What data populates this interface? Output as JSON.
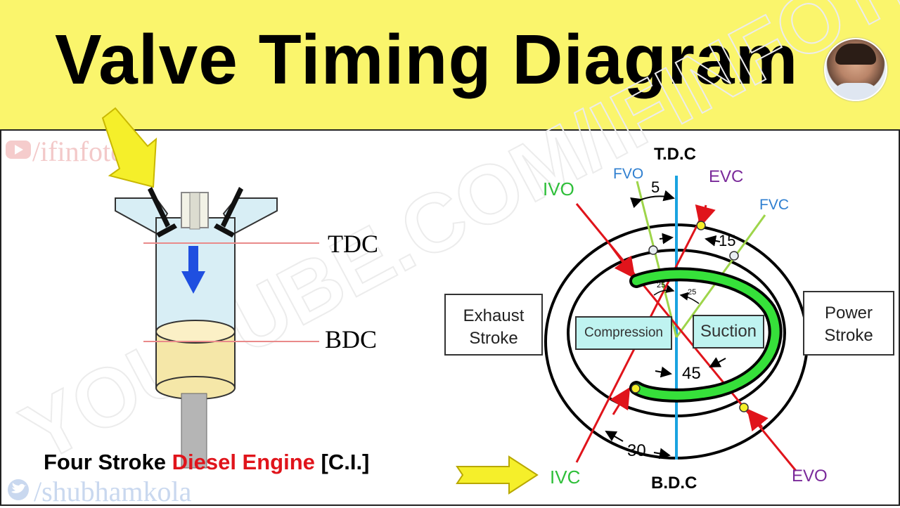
{
  "title": "Valve Timing Diagram",
  "watermarks": {
    "youtube": "/ifinfotech",
    "twitter": "/shubhamkola",
    "diagonal": "YOUTUBE.COM/IFINFOTECH"
  },
  "engine": {
    "tdc_label": "TDC",
    "bdc_label": "BDC"
  },
  "caption": {
    "part1": "Four Stroke ",
    "part2": "Diesel Engine",
    "part3": " [C.I.]"
  },
  "timing": {
    "top_label": "T.D.C",
    "bottom_label": "B.D.C",
    "ivo": "IVO",
    "ivc": "IVC",
    "evo": "EVO",
    "evc": "EVC",
    "fvo": "FVO",
    "fvc": "FVC",
    "angles": {
      "fvo": "5",
      "evc": "15",
      "small_left": "25",
      "small_right": "25",
      "fuel_span": "45",
      "ivc": "30"
    },
    "strokes": {
      "exhaust": [
        "Exhaust",
        "Stroke"
      ],
      "power": [
        "Power",
        "Stroke"
      ],
      "compression": "Compression",
      "suction": "Suction"
    }
  },
  "colors": {
    "banner": "#faf56c",
    "intake_line": "#e0141b",
    "fuel_line": "#9ed54a",
    "axis": "#1aa3e0",
    "arc_fill": "#36e03a",
    "ivo_text": "#2fbf3a",
    "evo_text": "#7a2a9a",
    "fvo_text": "#2f7fd0"
  }
}
